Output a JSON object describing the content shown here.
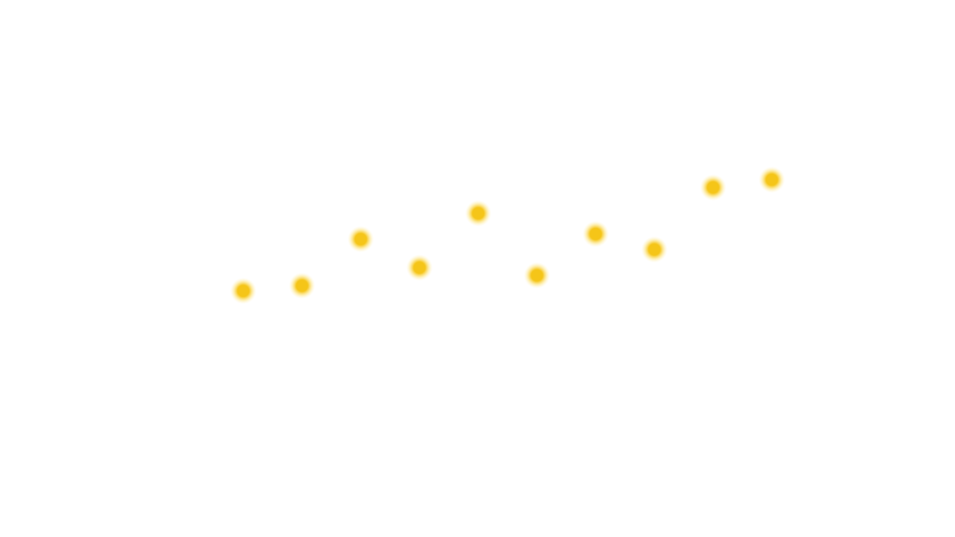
{
  "chart_data": {
    "type": "scatter",
    "points": [
      {
        "x": 1,
        "y": 0.5
      },
      {
        "x": 2,
        "y": 0.6
      },
      {
        "x": 3,
        "y": 1.5
      },
      {
        "x": 4,
        "y": 0.95
      },
      {
        "x": 5,
        "y": 2.0
      },
      {
        "x": 6,
        "y": 0.8
      },
      {
        "x": 7,
        "y": 1.6
      },
      {
        "x": 8,
        "y": 1.3
      },
      {
        "x": 9,
        "y": 2.5
      },
      {
        "x": 10,
        "y": 2.65
      }
    ],
    "xlim": [
      1,
      10
    ],
    "ylim": [
      0.5,
      2.65
    ],
    "grid": false,
    "axes_visible": false,
    "point_color": "#f5c518",
    "point_glow_color": "#fde68a"
  }
}
